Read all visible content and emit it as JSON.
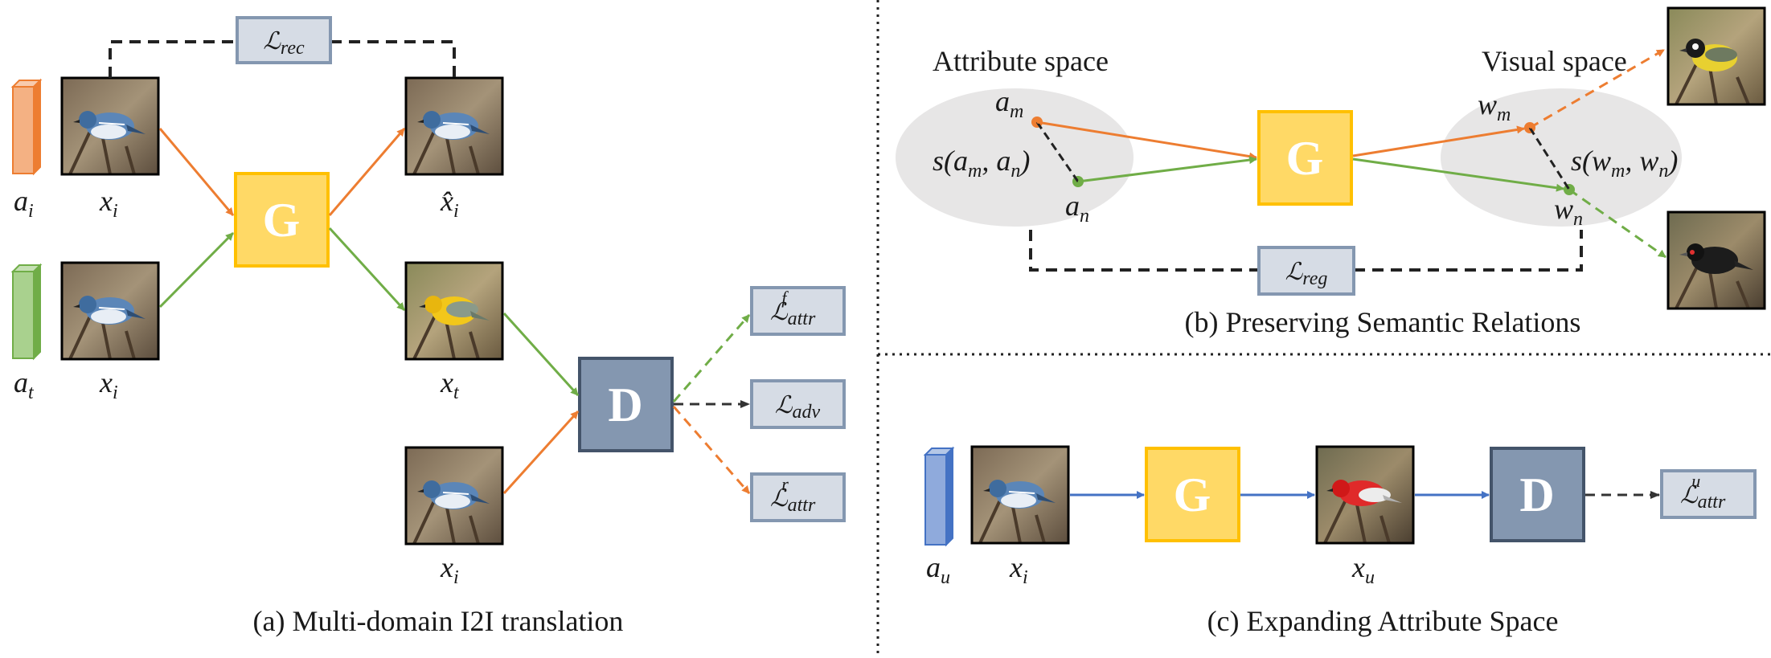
{
  "captions": {
    "a": "(a) Multi-domain I2I translation",
    "b": "(b) Preserving Semantic Relations",
    "c": "(c) Expanding Attribute Space"
  },
  "panel_a": {
    "attr_i": "a",
    "attr_i_sub": "i",
    "attr_t": "a",
    "attr_t_sub": "t",
    "input_top": "x",
    "input_top_sub": "i",
    "input_bottom": "x",
    "input_bottom_sub": "i",
    "recon": "x̂",
    "recon_sub": "i",
    "translated": "x",
    "translated_sub": "t",
    "real": "x",
    "real_sub": "i",
    "generator": "G",
    "discriminator": "D",
    "loss_rec": "ℒ",
    "loss_rec_sub": "rec",
    "loss_attr_f": "ℒ",
    "loss_attr_f_sub": "attr",
    "loss_attr_f_sup": "f",
    "loss_adv": "ℒ",
    "loss_adv_sub": "adv",
    "loss_attr_r": "ℒ",
    "loss_attr_r_sub": "attr",
    "loss_attr_r_sup": "r"
  },
  "panel_b": {
    "attribute_space": "Attribute space",
    "visual_space": "Visual space",
    "a_m": "a",
    "a_m_sub": "m",
    "a_n": "a",
    "a_n_sub": "n",
    "s_a": "s(a",
    "s_a_sub1": "m",
    "s_a_mid": ", a",
    "s_a_sub2": "n",
    "s_a_end": ")",
    "w_m": "w",
    "w_m_sub": "m",
    "w_n": "w",
    "w_n_sub": "n",
    "s_w": "s(w",
    "s_w_sub1": "m",
    "s_w_mid": ", w",
    "s_w_sub2": "n",
    "s_w_end": ")",
    "generator": "G",
    "loss_reg": "ℒ",
    "loss_reg_sub": "reg"
  },
  "panel_c": {
    "attr_u": "a",
    "attr_u_sub": "u",
    "input": "x",
    "input_sub": "i",
    "output": "x",
    "output_sub": "u",
    "generator": "G",
    "discriminator": "D",
    "loss_attr_u": "ℒ",
    "loss_attr_u_sub": "attr",
    "loss_attr_u_sup": "u"
  },
  "colors": {
    "orange": "#ED7D31",
    "green": "#70AD47",
    "blue": "#4472C4",
    "generator_fill": "#FFD966",
    "generator_stroke": "#FFC000",
    "discriminator_fill": "#8497B0",
    "discriminator_stroke": "#44546A",
    "loss_fill": "#D6DCE5",
    "loss_stroke": "#8497B0",
    "ellipse": "#E7E6E6"
  }
}
